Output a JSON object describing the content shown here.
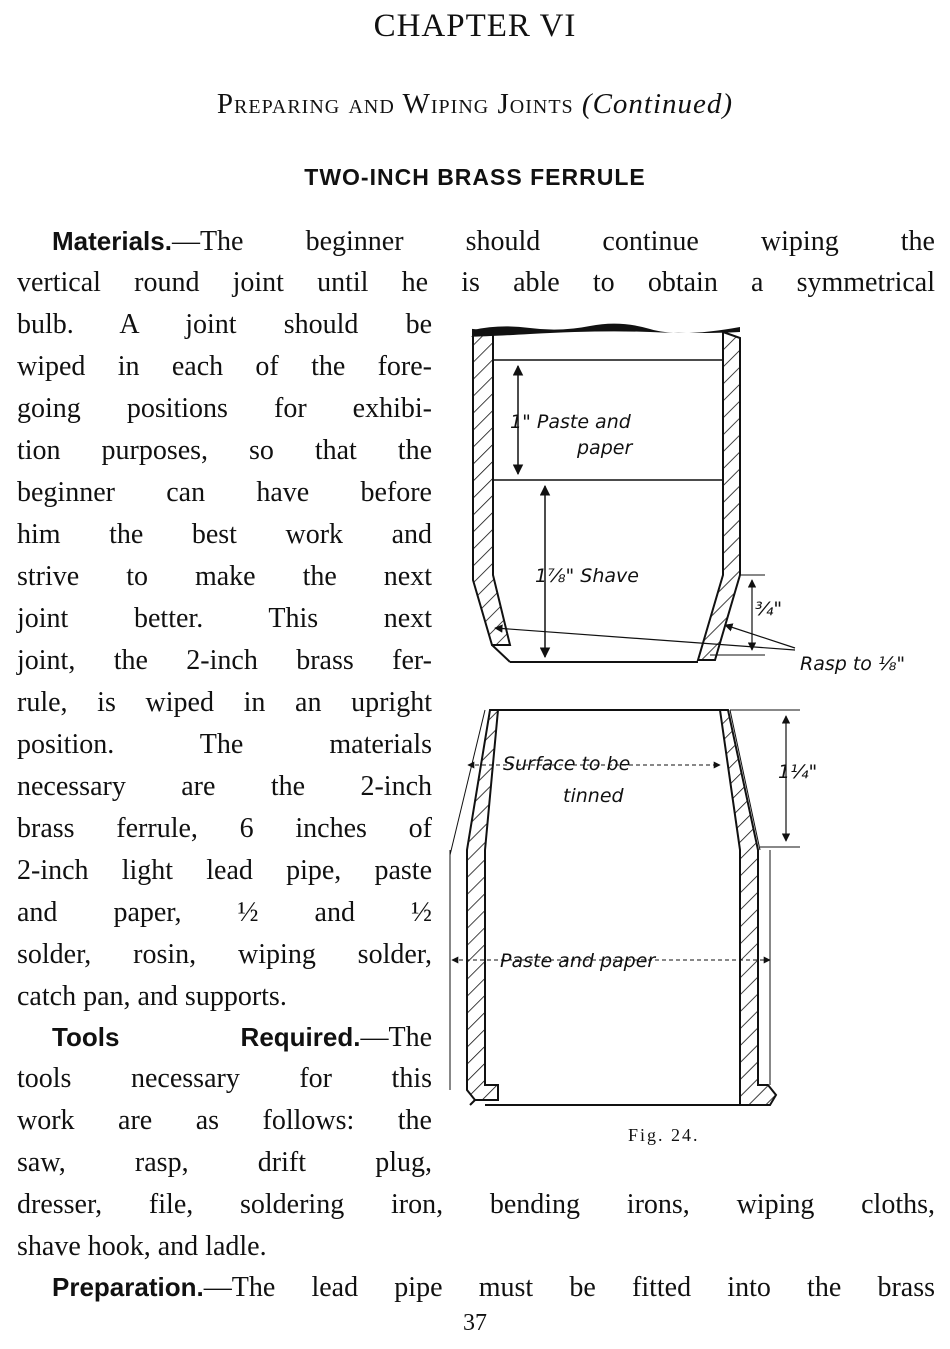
{
  "header": {
    "chapter": "CHAPTER VI",
    "subtitle_main": "Preparing and Wiping Joints",
    "subtitle_cont": "(Continued)",
    "section_title": "TWO-INCH BRASS FERRULE"
  },
  "body": {
    "materials_head": "Materials.",
    "l1": "—The beginner should continue wiping the",
    "l2": "vertical round joint until he is able to obtain a symmetrical",
    "l3": "bulb. A joint should be",
    "l4": "wiped in each of the fore-",
    "l5": "going positions for exhibi-",
    "l6": "tion purposes, so that the",
    "l7": "beginner can have before",
    "l8": "him the best work and",
    "l9": "strive to make the next",
    "l10": "joint better. This next",
    "l11": "joint, the 2-inch brass fer-",
    "l12": "rule, is wiped in an upright",
    "l13": "position. The materials",
    "l14": "necessary are the 2-inch",
    "l15": "brass ferrule, 6 inches of",
    "l16": "2-inch light lead pipe, paste",
    "l17": "and paper, ½ and ½",
    "l18": "solder, rosin, wiping solder,",
    "l19": "catch pan, and supports.",
    "tools_head": "Tools Required.",
    "l20": "—The",
    "l21": "tools necessary for this",
    "l22": "work are as follows: the",
    "l23": "saw, rasp, drift plug,",
    "l24": "dresser, file, soldering iron, bending irons, wiping cloths,",
    "l25": "shave hook, and ladle.",
    "prep_head": "Preparation.",
    "l26": "—The lead pipe must be fitted into the brass"
  },
  "figure": {
    "label_paste_top_1": "1\" Paste and",
    "label_paste_top_2": "paper",
    "label_shave": "1⅞\" Shave",
    "label_three_quarter": "¾\"",
    "label_rasp": "Rasp to ⅛\"",
    "label_surface_1": "Surface to be",
    "label_surface_2": "tinned",
    "label_one_quarter": "1¼\"",
    "label_paste_bottom": "Paste and paper",
    "caption": "Fig. 24."
  },
  "page_number": "37"
}
